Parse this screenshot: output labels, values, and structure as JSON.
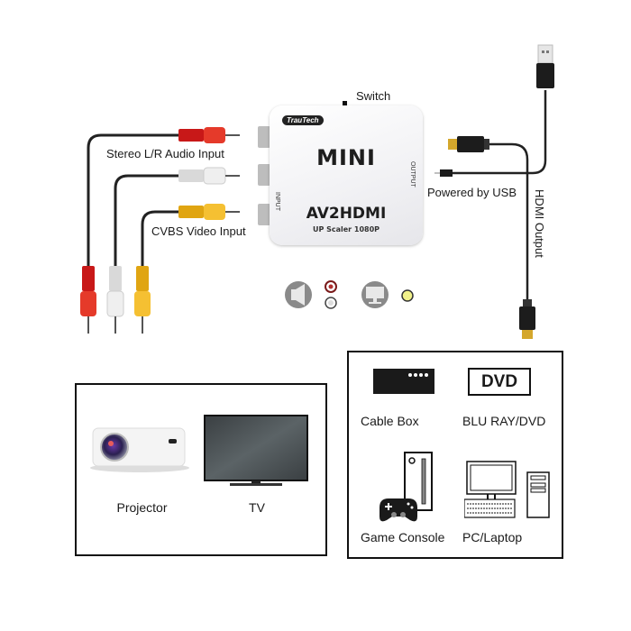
{
  "device": {
    "brand": "TrauTech",
    "name": "MINI",
    "model": "AV2HDMI",
    "subtitle": "UP Scaler 1080P",
    "input_port_label": "INPUT",
    "output_port_label": "OUTPUT"
  },
  "callouts": {
    "switch": "Switch",
    "audio_input": "Stereo L/R Audio Input",
    "video_input": "CVBS Video Input",
    "power": "Powered by USB",
    "hdmi_output": "HDMI Output"
  },
  "cable_colors": {
    "red": "#d81f1f",
    "white": "#e8e8e8",
    "yellow": "#f2b81a",
    "cable": "#222222",
    "hdmi_gold": "#d4a72c"
  },
  "legend_icons": [
    {
      "name": "speaker-icon",
      "ports": [
        "red",
        "white"
      ]
    },
    {
      "name": "monitor-icon",
      "ports": [
        "yellow"
      ]
    }
  ],
  "output_devices": {
    "items": [
      {
        "label": "Projector"
      },
      {
        "label": "TV"
      }
    ]
  },
  "input_devices": {
    "items": [
      {
        "label": "Cable Box"
      },
      {
        "label": "BLU RAY/DVD",
        "icon_text": "DVD"
      },
      {
        "label": "Game Console"
      },
      {
        "label": "PC/Laptop"
      }
    ]
  }
}
